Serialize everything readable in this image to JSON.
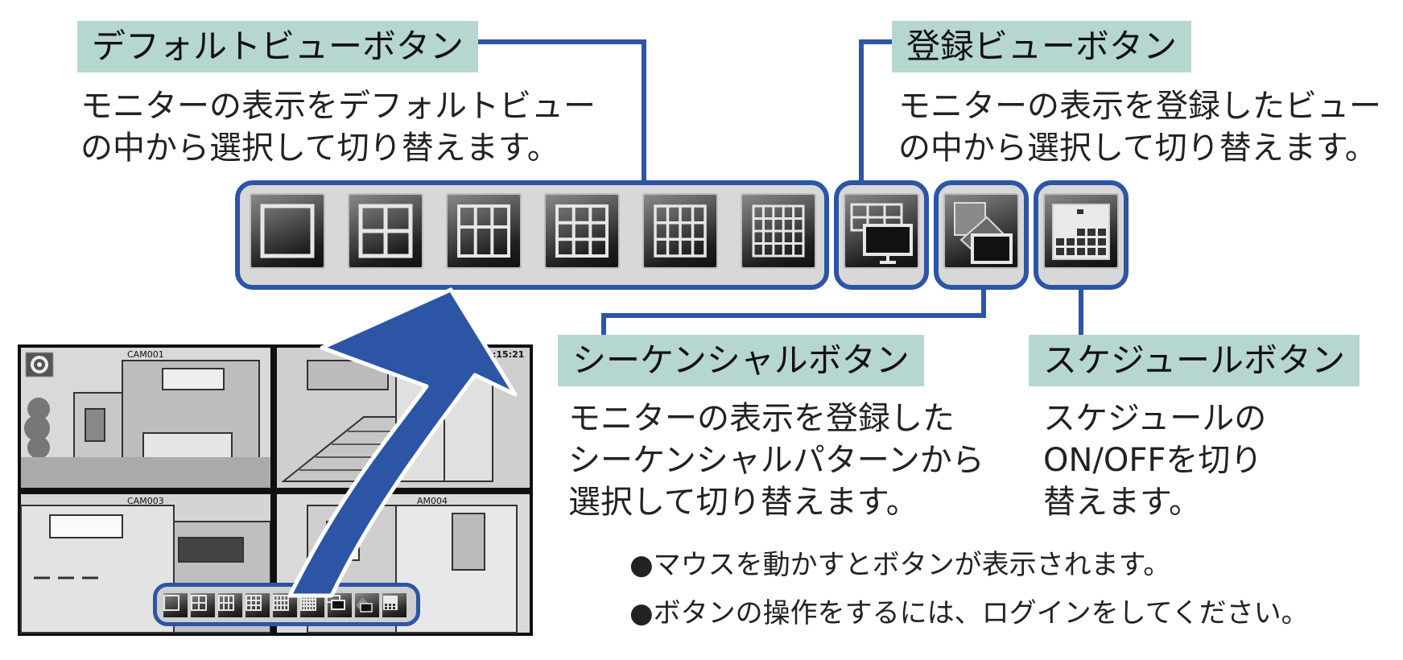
{
  "labels": {
    "default_view": "デフォルトビューボタン",
    "registered_view": "登録ビューボタン",
    "sequential": "シーケンシャルボタン",
    "schedule": "スケジュールボタン"
  },
  "descriptions": {
    "default_view": [
      "モニターの表示をデフォルトビュー",
      "の中から選択して切り替えます。"
    ],
    "registered_view": [
      "モニターの表示を登録したビュー",
      "の中から選択して切り替えます。"
    ],
    "sequential": [
      "モニターの表示を登録した",
      "シーケンシャルパターンから",
      "選択して切り替えます。"
    ],
    "schedule": [
      "スケジュールの",
      "ON/OFFを切り",
      "替えます。"
    ]
  },
  "notes": [
    "●マウスを動かすとボタンが表示されます。",
    "●ボタンの操作をするには、ログインをしてください。"
  ],
  "monitor": {
    "cameras": [
      "CAM001",
      "CAM003",
      "AM004"
    ],
    "clock": ":15:21"
  },
  "icons": {
    "default_view_buttons": [
      "layout-1x1-icon",
      "layout-2x2-icon",
      "layout-3x3-icon",
      "layout-3x4-icon",
      "layout-4x4-icon",
      "layout-5x5-icon"
    ],
    "registered_view": "registered-view-icon",
    "sequential": "sequential-icon",
    "schedule": "calendar-icon",
    "settings": "gear-icon"
  },
  "colors": {
    "accent_blue": "#2c55a5",
    "label_bg": "#b6d6d0"
  }
}
